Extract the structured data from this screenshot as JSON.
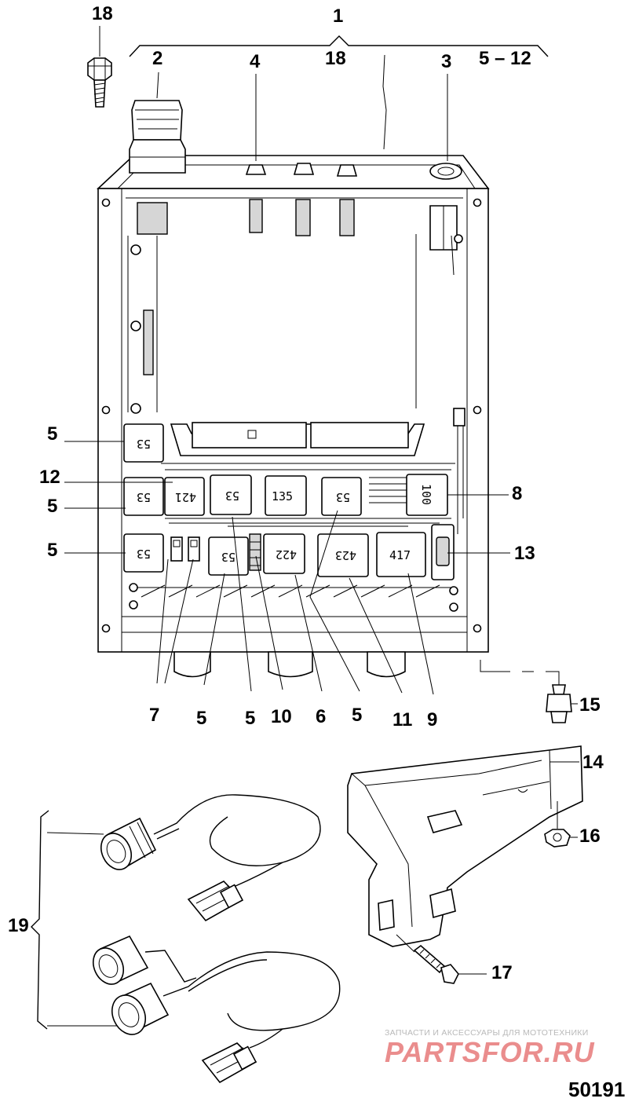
{
  "figure_number": "50191",
  "watermark": {
    "subtitle": "ЗАПЧАСТИ И АКСЕССУАРЫ ДЛЯ МОТОТЕХНИКИ",
    "logo": "PARTSFOR.RU"
  },
  "bracket_labels": {
    "top_main": "1",
    "top_sub_left": "18",
    "top_sub_right": "5 – 12"
  },
  "callouts": {
    "c18_bolt": "18",
    "c2": "2",
    "c4": "4",
    "c3": "3",
    "c5_a": "5",
    "c12": "12",
    "c5_b": "5",
    "c5_c": "5",
    "c8": "8",
    "c13": "13",
    "c7": "7",
    "c5_d": "5",
    "c5_e": "5",
    "c10": "10",
    "c6": "6",
    "c5_f": "5",
    "c11": "11",
    "c9": "9",
    "c15": "15",
    "c14": "14",
    "c16": "16",
    "c17": "17",
    "c19": "19"
  },
  "relay_labels": {
    "r_53_top": "53",
    "r_53_left_mid": "53",
    "r_421": "421",
    "r_53_mid": "53",
    "r_135": "135",
    "r_53_right": "53",
    "r_100": "100",
    "r_53_left_low": "53",
    "r_53_low": "53",
    "r_422": "422",
    "r_423": "423",
    "r_417": "417"
  }
}
